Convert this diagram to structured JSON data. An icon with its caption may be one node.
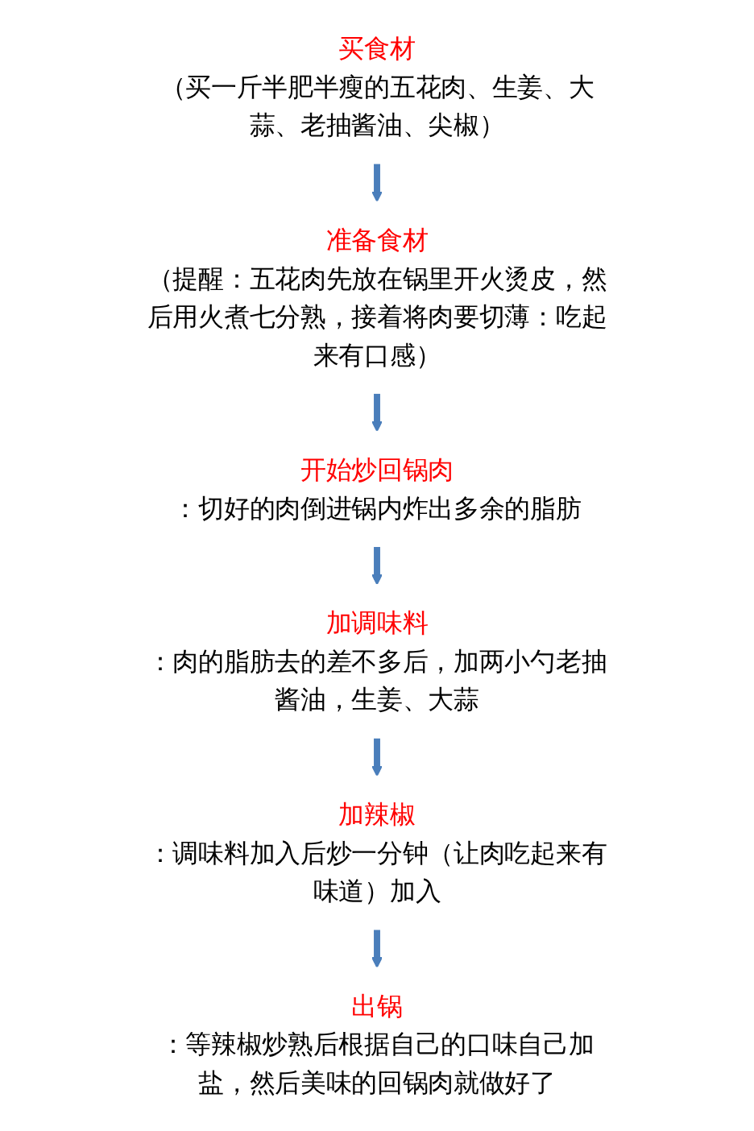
{
  "diagram": {
    "nodes": [
      {
        "text": [
          "买食材",
          "（买一斤半肥半瘦的五花肉、生姜、大蒜、老抽酱油、尖椒）"
        ]
      },
      {
        "text": [
          "准备食材",
          "（提醒：五花肉先放在锅里开火烫皮，然后用火煮七分熟，接着将肉要切薄：吃起来有口感）"
        ]
      },
      {
        "text": [
          "开始炒回锅肉",
          "：切好的肉倒进锅内炸出多余的脂肪"
        ]
      },
      {
        "text": [
          "加调味料",
          "：肉的脂肪去的差不多后，加两小勺老抽酱油，生姜、大蒜"
        ]
      },
      {
        "text": [
          "加辣椒",
          "：调味料加入后炒一分钟（让肉吃起来有味道）加入"
        ]
      },
      {
        "text": [
          "出锅",
          "：等辣椒炒熟后根据自己的口味自己加盐，然后美味的回锅肉就做好了"
        ]
      }
    ],
    "edges": [
      {
        "from": 0,
        "to": 1,
        "arrow": "to"
      },
      {
        "from": 1,
        "to": 2,
        "arrow": "to"
      },
      {
        "from": 2,
        "to": 3,
        "arrow": "to"
      },
      {
        "from": 3,
        "to": 4,
        "arrow": "to"
      },
      {
        "from": 4,
        "to": 5,
        "arrow": "to"
      }
    ]
  }
}
